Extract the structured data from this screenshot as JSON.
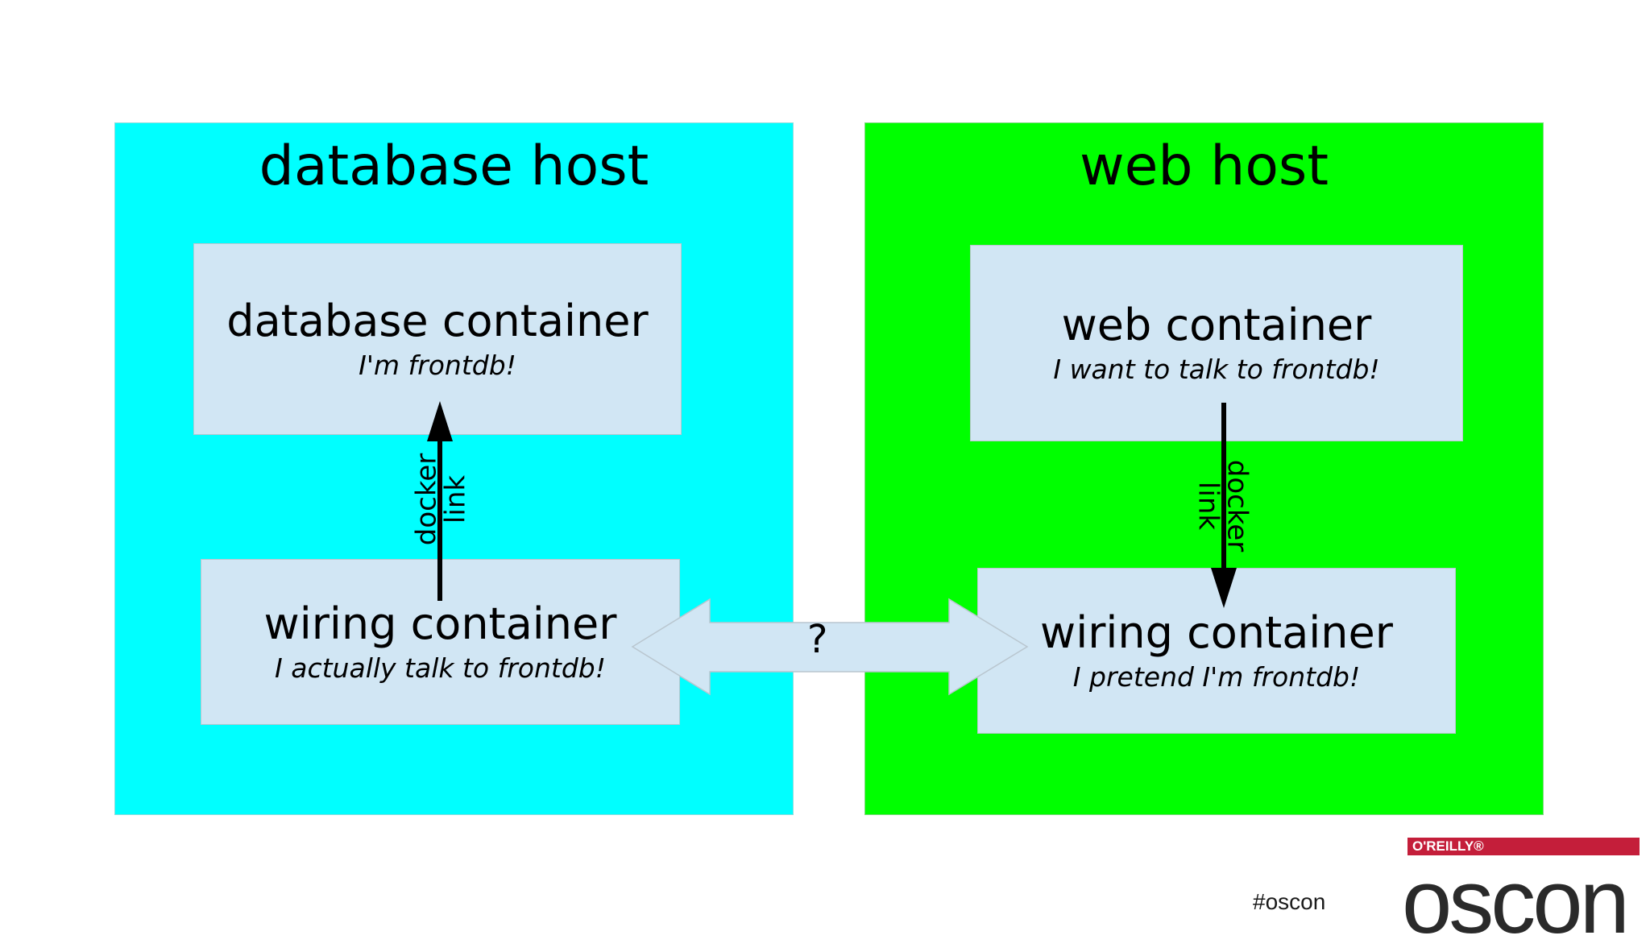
{
  "colors": {
    "database_host_bg": "#00ffff",
    "web_host_bg": "#00ff00",
    "container_bg": "#d1e6f4",
    "arrow": "#000000",
    "logo_red": "#c41e3a"
  },
  "database_host": {
    "title": "database host",
    "database_container": {
      "title": "database container",
      "subtitle": "I'm frontdb!"
    },
    "link_label": {
      "line1": "docker",
      "line2": "link"
    },
    "wiring_container": {
      "title": "wiring container",
      "subtitle": "I actually talk to frontdb!"
    }
  },
  "web_host": {
    "title": "web host",
    "web_container": {
      "title": "web container",
      "subtitle": "I want to talk to frontdb!"
    },
    "link_label": {
      "line1": "docker",
      "line2": "link"
    },
    "wiring_container": {
      "title": "wiring container",
      "subtitle": "I pretend I'm frontdb!"
    }
  },
  "connection": {
    "label": "?"
  },
  "footer": {
    "hashtag": "#oscon",
    "logo_publisher": "O'REILLY®",
    "logo_word": "oscon"
  }
}
